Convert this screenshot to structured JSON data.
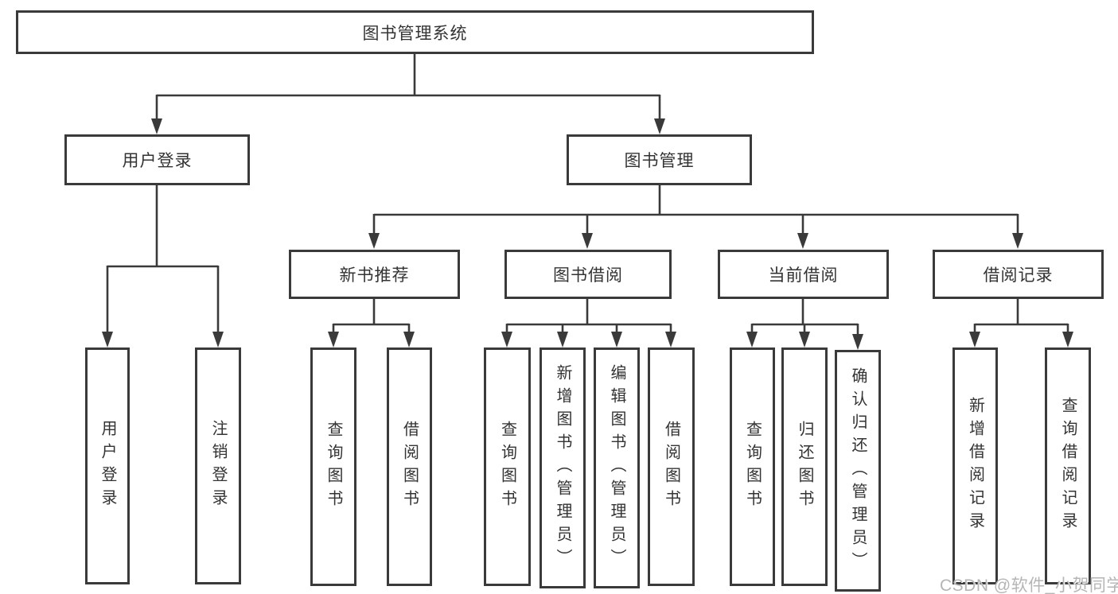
{
  "diagram": {
    "root": {
      "label": "图书管理系统"
    },
    "level2": [
      {
        "label": "用户登录"
      },
      {
        "label": "图书管理"
      }
    ],
    "level3": [
      {
        "label": "新书推荐"
      },
      {
        "label": "图书借阅"
      },
      {
        "label": "当前借阅"
      },
      {
        "label": "借阅记录"
      }
    ],
    "leaves": {
      "user_login": [
        "用户登录",
        "注销登录"
      ],
      "new_book": [
        "查询图书",
        "借阅图书"
      ],
      "borrow": [
        "查询图书",
        "新增图书（管理员）",
        "编辑图书（管理员）",
        "借阅图书"
      ],
      "current": [
        "查询图书",
        "归还图书",
        "确认归还（管理员）"
      ],
      "records": [
        "新增借阅记录",
        "查询借阅记录"
      ]
    }
  },
  "watermark": {
    "text": "CSDN @软件_小贺同学",
    "color": "#b5b5b5"
  },
  "colors": {
    "line": "#3a3a3a",
    "text": "#333333",
    "background": "#ffffff"
  }
}
